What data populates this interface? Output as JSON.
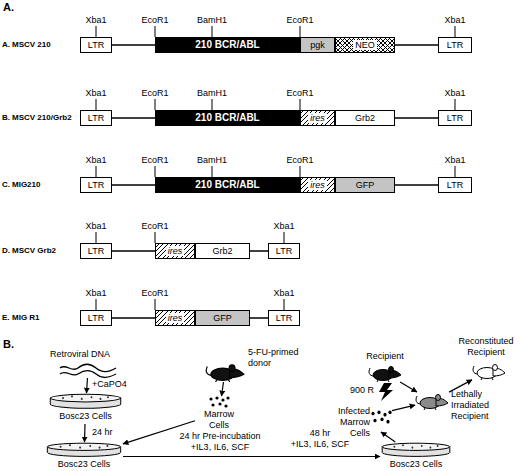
{
  "diagram": {
    "nodes": [
      {
        "text": [
          "LTR"
        ]
      },
      {
        "text": [
          "210 BCR/ABL"
        ]
      },
      {
        "text": [
          "pgk"
        ]
      },
      {
        "text": [
          "NEO"
        ]
      },
      {
        "text": [
          "LTR"
        ]
      },
      {
        "text": [
          "LTR"
        ]
      },
      {
        "text": [
          "210 BCR/ABL"
        ]
      },
      {
        "text": [
          "ires"
        ]
      },
      {
        "text": [
          "Grb2"
        ]
      },
      {
        "text": [
          "LTR"
        ]
      },
      {
        "text": [
          "LTR"
        ]
      },
      {
        "text": [
          "210 BCR/ABL"
        ]
      },
      {
        "text": [
          "ires"
        ]
      },
      {
        "text": [
          "GFP"
        ]
      },
      {
        "text": [
          "LTR"
        ]
      },
      {
        "text": [
          "LTR"
        ]
      },
      {
        "text": [
          "ires"
        ]
      },
      {
        "text": [
          "Grb2"
        ]
      },
      {
        "text": [
          "LTR"
        ]
      },
      {
        "text": [
          "LTR"
        ]
      },
      {
        "text": [
          "ires"
        ]
      },
      {
        "text": [
          "GFP"
        ]
      },
      {
        "text": [
          "LTR"
        ]
      },
      {
        "text": [
          "Retroviral DNA"
        ]
      },
      {
        "text": [
          "Bosc23 Cells"
        ]
      },
      {
        "text": [
          "5-FU-primed donor"
        ]
      },
      {
        "text": [
          "Marrow Cells"
        ]
      },
      {
        "text": [
          "Bosc23 Cells"
        ]
      },
      {
        "text": [
          "Recipient"
        ]
      },
      {
        "text": [
          "Reconstituted Recipient"
        ]
      },
      {
        "text": [
          "Lethally Irradiated Recipient"
        ]
      },
      {
        "text": [
          "Infected Marrow Cells"
        ]
      },
      {
        "text": [
          "Bosc23 Cells"
        ]
      }
    ],
    "edges": [
      {
        "from": 0,
        "to": 1,
        "arrow": "none"
      },
      {
        "from": 3,
        "to": 4,
        "arrow": "none"
      },
      {
        "from": 5,
        "to": 6,
        "arrow": "none"
      },
      {
        "from": 8,
        "to": 9,
        "arrow": "none"
      },
      {
        "from": 10,
        "to": 11,
        "arrow": "none"
      },
      {
        "from": 13,
        "to": 14,
        "arrow": "none"
      },
      {
        "from": 15,
        "to": 16,
        "arrow": "none"
      },
      {
        "from": 17,
        "to": 18,
        "arrow": "none"
      },
      {
        "from": 19,
        "to": 20,
        "arrow": "none"
      },
      {
        "from": 21,
        "to": 22,
        "arrow": "none"
      },
      {
        "from": 23,
        "to": 24,
        "label": "+CaPO4",
        "arrow": "to"
      },
      {
        "from": 24,
        "to": 27,
        "label": "24 hr",
        "arrow": "to"
      },
      {
        "from": 25,
        "to": 26,
        "arrow": "to"
      },
      {
        "from": 26,
        "to": 27,
        "label": "24 hr Pre-incubation",
        "arrow": "to"
      },
      {
        "from": 27,
        "to": 32,
        "label": "48 hr",
        "arrow": "to"
      },
      {
        "from": 32,
        "to": 31,
        "arrow": "to"
      },
      {
        "from": 31,
        "to": 30,
        "arrow": "to"
      },
      {
        "from": 28,
        "to": 30,
        "label": "900 R",
        "arrow": "to"
      },
      {
        "from": 30,
        "to": 29,
        "arrow": "to"
      }
    ],
    "labels": [
      "A.",
      "A.",
      "MSCV 210",
      "Xba1",
      "EcoR1",
      "BamH1",
      "EcoR1",
      "Xba1",
      "B.",
      "MSCV 210/Grb2",
      "Xba1",
      "EcoR1",
      "BamH1",
      "EcoR1",
      "Xba1",
      "C.",
      "MIG210",
      "Xba1",
      "EcoR1",
      "BamH1",
      "EcoR1",
      "Xba1",
      "D.",
      "MSCV Grb2",
      "Xba1",
      "EcoR1",
      "Xba1",
      "E.",
      "MIG R1",
      "Xba1",
      "EcoR1",
      "Xba1",
      "B.",
      "+IL3, IL6, SCF",
      "+IL3, IL6, SCF"
    ]
  }
}
